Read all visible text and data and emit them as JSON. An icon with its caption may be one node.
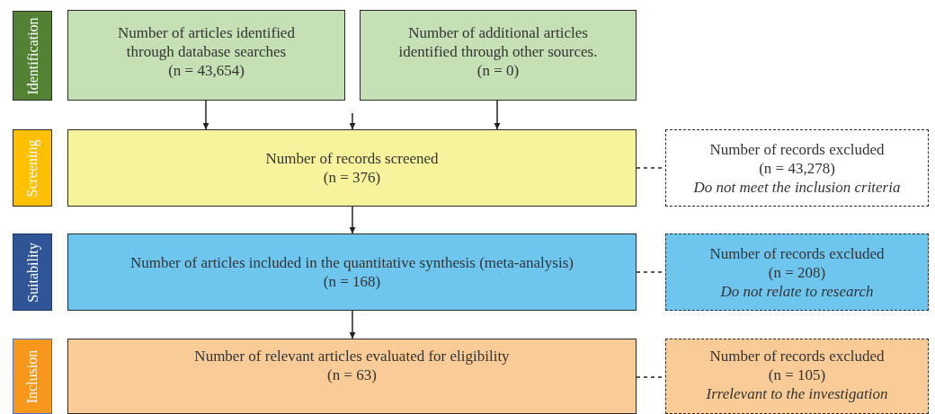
{
  "diagram": {
    "nodes": [
      {
        "text": [
          "Identification"
        ]
      },
      {
        "text": [
          "Number of articles identified through database searches",
          "(n = 43,654)"
        ]
      },
      {
        "text": [
          "Number of additional articles identified through other sources.",
          "(n = 0)"
        ]
      },
      {
        "text": [
          "Screening"
        ]
      },
      {
        "text": [
          "Number of records screened",
          "(n = 376)"
        ]
      },
      {
        "text": [
          "Number of records excluded",
          "(n = 43,278)",
          "*Do not meet the inclusion criteria*"
        ]
      },
      {
        "text": [
          "Suitability"
        ]
      },
      {
        "text": [
          "Number of articles included in the quantitative synthesis (meta-analysis)",
          "(n = 168)"
        ]
      },
      {
        "text": [
          "Number of records excluded",
          "(n = 208)",
          "*Do not relate to research*"
        ]
      },
      {
        "text": [
          "Inclusion"
        ]
      },
      {
        "text": [
          "Number of relevant articles evaluated for eligibility",
          "(n = 63)"
        ]
      },
      {
        "text": [
          "Number of records excluded",
          "(n = 105)",
          "*Irrelevant to the investigation*"
        ]
      }
    ],
    "edges": [
      {
        "from": 1,
        "to": 4,
        "arrow": "to"
      },
      {
        "from": null,
        "to": 4,
        "arrow": "to"
      },
      {
        "from": 2,
        "to": 4,
        "arrow": "to"
      },
      {
        "from": 4,
        "to": 7,
        "arrow": "to"
      },
      {
        "from": 7,
        "to": 10,
        "arrow": "to"
      },
      {
        "from": 4,
        "to": 5,
        "arrow": "none",
        "style": "dashed"
      },
      {
        "from": 7,
        "to": 8,
        "arrow": "none",
        "style": "dashed"
      },
      {
        "from": 10,
        "to": 11,
        "arrow": "none",
        "style": "dashed"
      }
    ]
  }
}
